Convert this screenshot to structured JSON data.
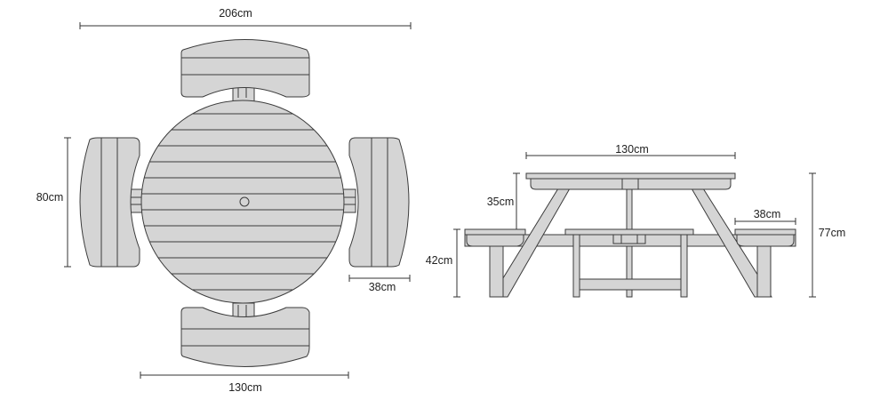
{
  "top_view": {
    "overall_width": "206cm",
    "bench_length": "80cm",
    "bench_depth": "38cm",
    "table_diameter": "130cm"
  },
  "side_view": {
    "table_diameter": "130cm",
    "table_to_seat": "35cm",
    "seat_height": "42cm",
    "bench_depth": "38cm",
    "overall_height": "77cm"
  },
  "colors": {
    "wood": "#d5d5d5",
    "outline": "#3c3c3c"
  }
}
